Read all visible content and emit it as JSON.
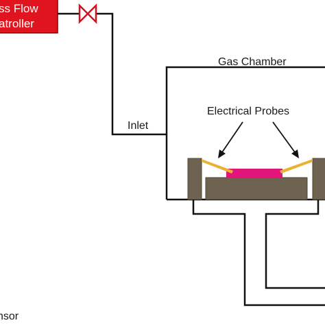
{
  "labels": {
    "mfc_line1": "ss Flow",
    "mfc_line2": "atroller",
    "inlet": "Inlet",
    "gas_chamber": "Gas Chamber",
    "electrical_probes": "Electrical Probes",
    "bottom_left": "nsor"
  },
  "colors": {
    "mfc_fill": "#e0141e",
    "mfc_border": "#7a0000",
    "valve": "#d0121c",
    "line": "#111111",
    "support": "#6e6251",
    "sample": "#e2157a",
    "probe": "#e9b233"
  }
}
